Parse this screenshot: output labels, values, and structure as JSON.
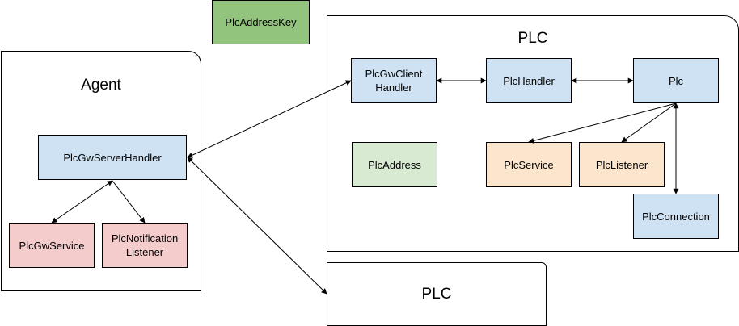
{
  "containers": {
    "agent": {
      "title": "Agent"
    },
    "plc_main": {
      "title": "PLC"
    },
    "plc_second": {
      "title": "PLC"
    }
  },
  "nodes": {
    "plc_address_key": "PlcAddressKey",
    "plc_gw_server_handler": "PlcGwServerHandler",
    "plc_gw_service": "PlcGwService",
    "plc_notification_listener": "PlcNotification\nListener",
    "plc_gw_client_handler": "PlcGwClient\nHandler",
    "plc_handler": "PlcHandler",
    "plc": "Plc",
    "plc_address": "PlcAddress",
    "plc_service": "PlcService",
    "plc_listener": "PlcListener",
    "plc_connection": "PlcConnection"
  },
  "colors": {
    "blue": "#cfe2f3",
    "green": "#d9ead3",
    "peach": "#fce5cd",
    "pink": "#f4cccc",
    "dark_green": "#93c47d",
    "line": "#000000"
  }
}
